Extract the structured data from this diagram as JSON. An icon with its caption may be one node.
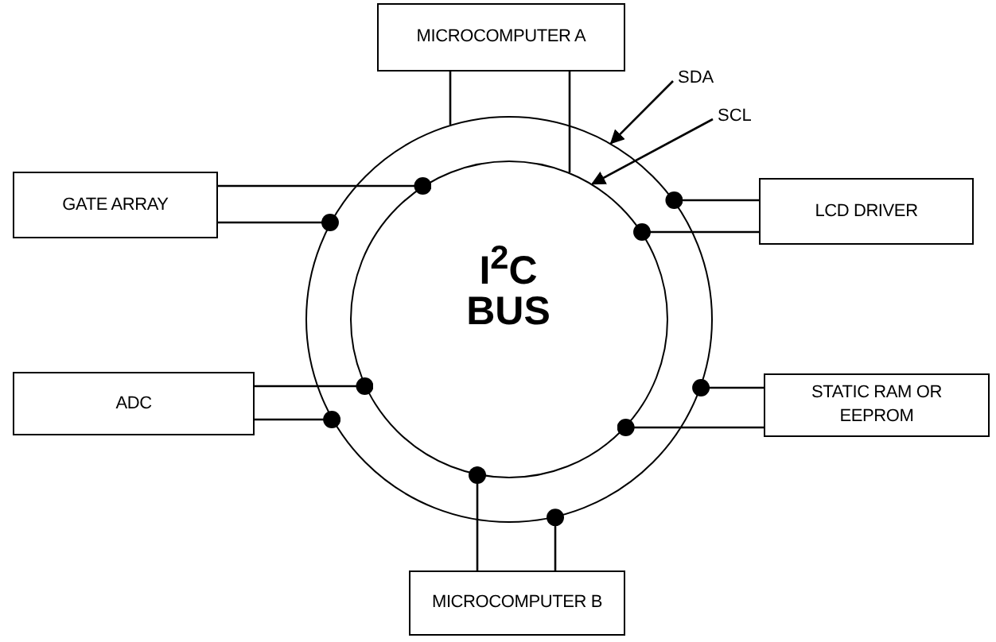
{
  "diagram": {
    "nodes": [
      {
        "text": [
          "MICROCOMPUTER A"
        ]
      },
      {
        "text": [
          "GATE ARRAY"
        ]
      },
      {
        "text": [
          "LCD DRIVER"
        ]
      },
      {
        "text": [
          "ADC"
        ]
      },
      {
        "text": [
          "STATIC RAM OR EEPROM"
        ]
      },
      {
        "text": [
          "MICROCOMPUTER B"
        ]
      },
      {
        "text": [],
        "shape": "circle"
      },
      {
        "text": [
          "I$^{2}$C BUS"
        ],
        "in": 6
      },
      {
        "text": [
          "SDA"
        ]
      },
      {
        "text": [
          "SCL"
        ]
      }
    ],
    "edges": [
      {
        "from": 0,
        "to": 6,
        "arrow": "none"
      },
      {
        "from": 0,
        "to": 7,
        "arrow": "none"
      },
      {
        "from": 1,
        "to": 7,
        "arrow": "other"
      },
      {
        "from": 1,
        "to": 6,
        "arrow": "other"
      },
      {
        "from": 2,
        "to": 6,
        "arrow": "other"
      },
      {
        "from": 2,
        "to": 7,
        "arrow": "other"
      },
      {
        "from": 3,
        "to": 7,
        "arrow": "other"
      },
      {
        "from": 3,
        "to": 6,
        "arrow": "other"
      },
      {
        "from": 4,
        "to": 6,
        "arrow": "other"
      },
      {
        "from": 4,
        "to": 7,
        "arrow": "other"
      },
      {
        "from": 5,
        "to": 7,
        "arrow": "other"
      },
      {
        "from": 5,
        "to": 6,
        "arrow": "other"
      },
      {
        "from": 8,
        "to": 6,
        "arrow": "to"
      },
      {
        "from": 9,
        "to": 7,
        "arrow": "to"
      }
    ]
  }
}
